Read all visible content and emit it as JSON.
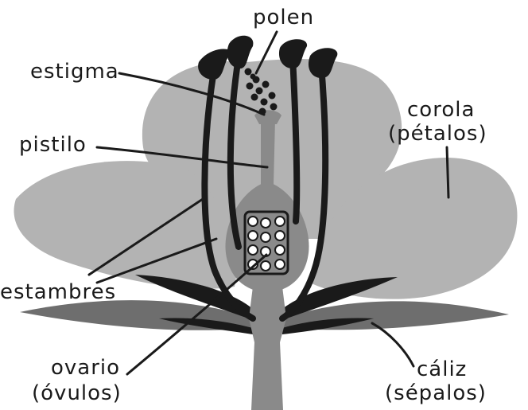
{
  "labels": {
    "polen": "polen",
    "estigma": "estigma",
    "pistilo": "pistilo",
    "corola_line1": "corola",
    "corola_line2": "(pétalos)",
    "estambres": "estambres",
    "ovario_line1": "ovario",
    "ovario_line2": "(óvulos)",
    "caliz_line1": "cáliz",
    "caliz_line2": "(sépalos)"
  },
  "colors": {
    "petal": "#b3b3b3",
    "pistil": "#8a8a8a",
    "dark": "#1a1a1a",
    "background": "#ffffff"
  }
}
